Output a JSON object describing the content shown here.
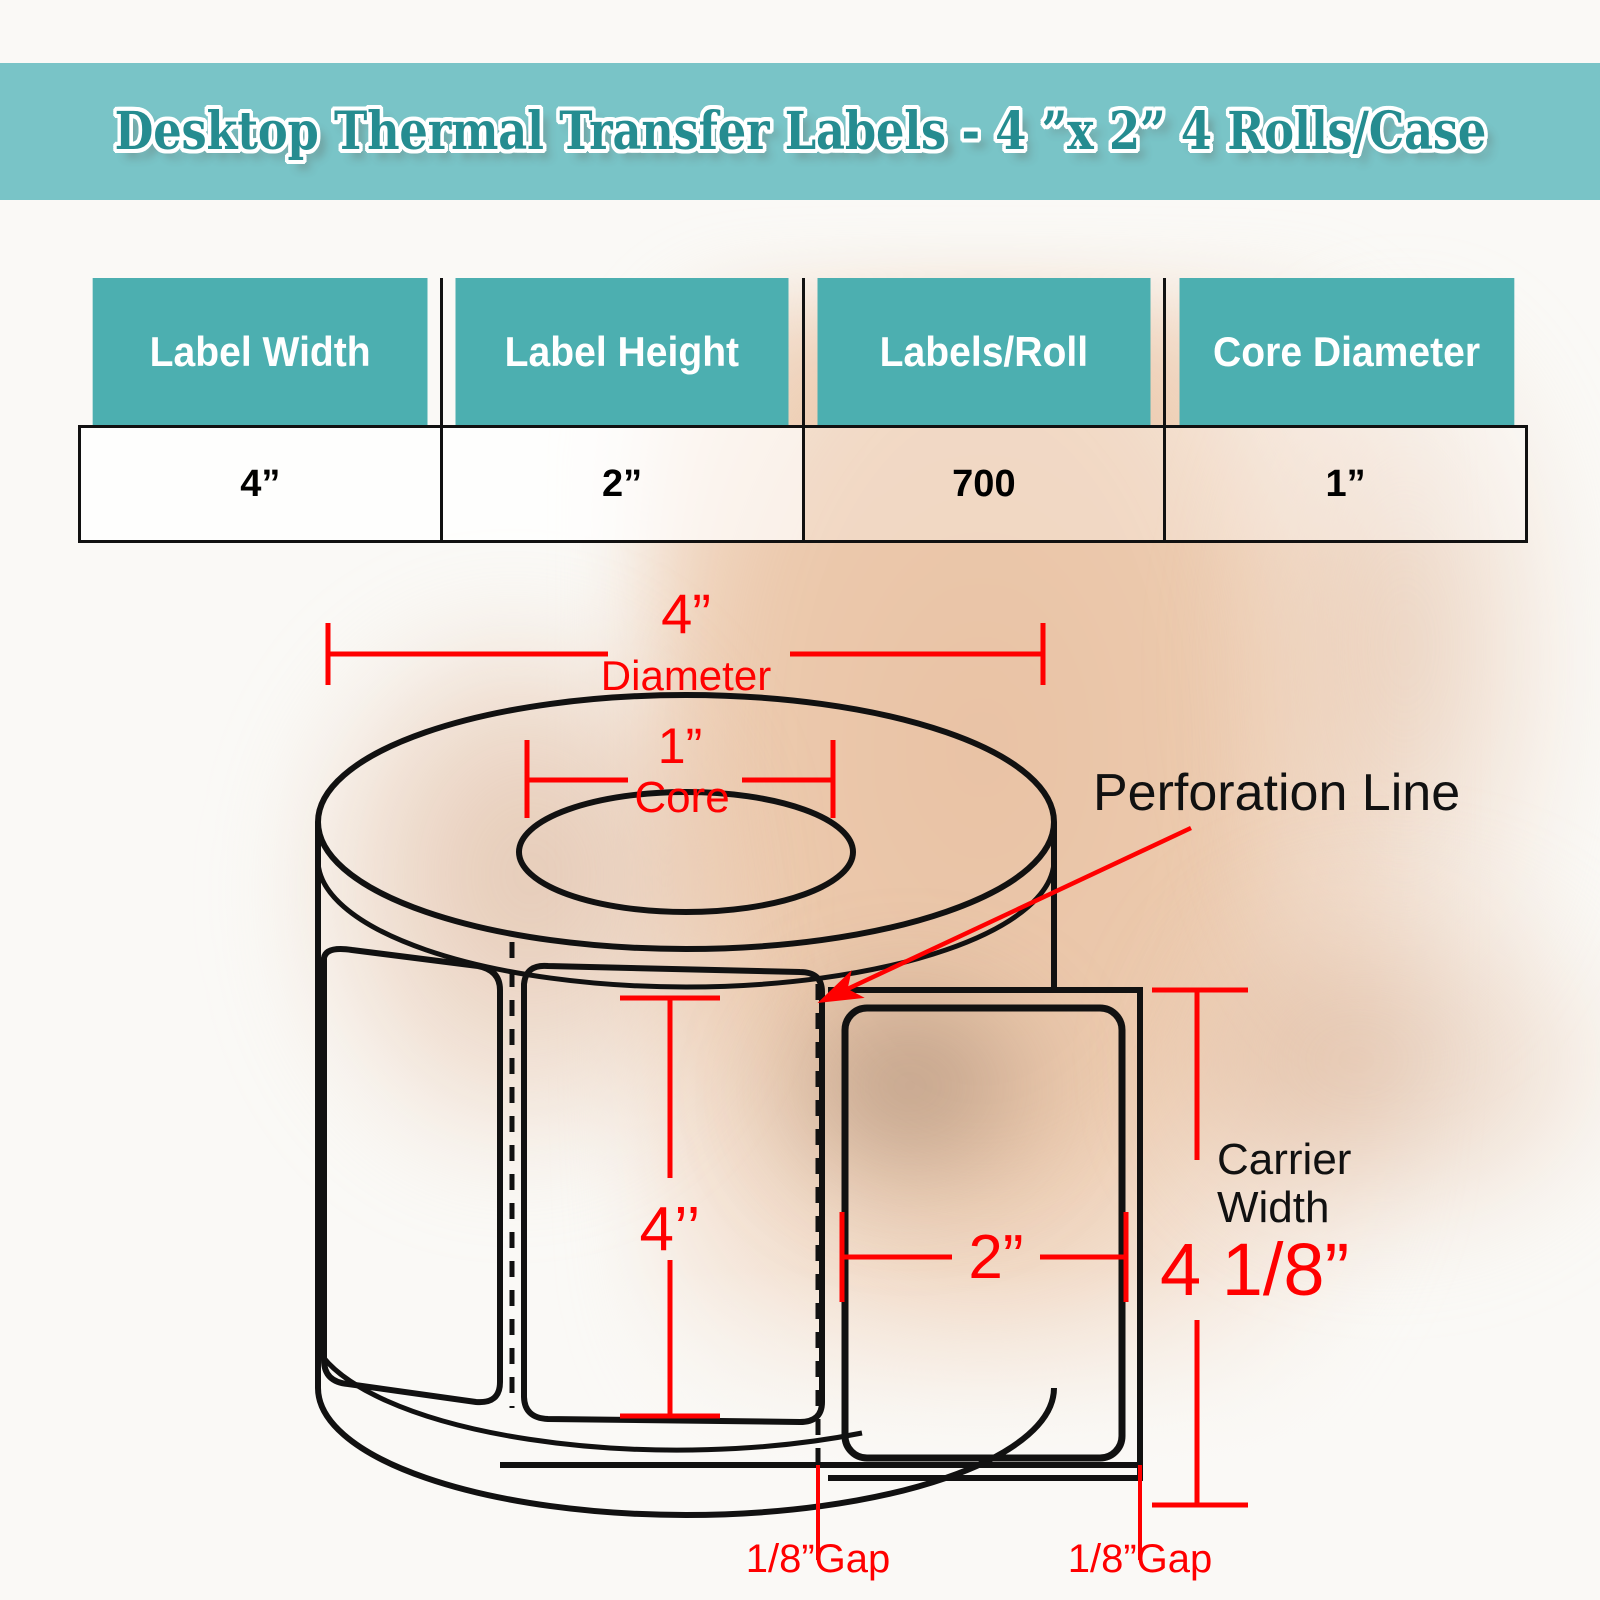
{
  "banner": {
    "title": "Desktop Thermal Transfer Labels - 4 ”x 2” 4 Rolls/Case",
    "background_color": "#79C4C7",
    "text_color": "#258C90",
    "outline_color": "#FFFFFF"
  },
  "page": {
    "background_color": "#FAF9F6",
    "accent_color": "#4CAFB0",
    "dimension_color": "#FF0000",
    "line_color": "#111111"
  },
  "spec_table": {
    "header_background": "#4CAFB0",
    "headers": [
      "Label Width",
      "Label Height",
      "Labels/Roll",
      "Core Diameter"
    ],
    "values": [
      "4”",
      "2”",
      "700",
      "1”"
    ]
  },
  "diagram": {
    "roll_diameter": {
      "value": "4”",
      "label": "Diameter"
    },
    "core_diameter": {
      "value": "1”",
      "label": "Core"
    },
    "perforation_label": "Perforation Line",
    "label_width_dim": "4’’",
    "label_height_dim": "2”",
    "carrier": {
      "label_line1": "Carrier",
      "label_line2": "Width",
      "value": "4 1/8”"
    },
    "gap_left": "1/8”Gap",
    "gap_right": "1/8”Gap"
  }
}
